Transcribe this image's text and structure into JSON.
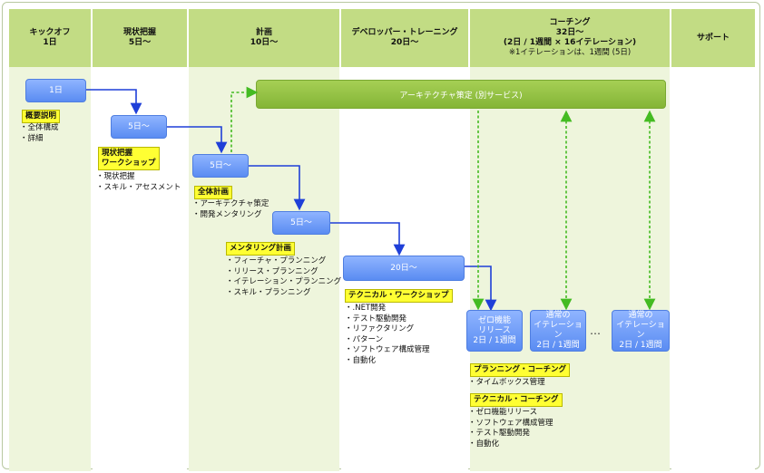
{
  "headers": [
    {
      "line1": "キックオフ",
      "line2": "1日"
    },
    {
      "line1": "現状把握",
      "line2": "5日～"
    },
    {
      "line1": "計画",
      "line2": "10日～"
    },
    {
      "line1": "デベロッパー・トレーニング",
      "line2": "20日～"
    },
    {
      "line1": "コーチング",
      "line2": "32日～",
      "line3": "(2日 / 1週間 × 16イテレーション)",
      "line4": "※1イテレーションは、1週間 (5日)"
    },
    {
      "line1": "サポート"
    }
  ],
  "architecture_bar": "アーキテクチャ策定 (別サービス)",
  "boxes": {
    "kickoff": "1日",
    "assess": "5日～",
    "plan": "5日～",
    "mentoring": "5日～",
    "training": "20日～",
    "zero_release": {
      "l1": "ゼロ機能",
      "l2": "リリース",
      "l3": "2日 / 1週間"
    },
    "iteration1": {
      "l1": "通常の",
      "l2": "イテレーション",
      "l3": "2日 / 1週間"
    },
    "iteration2": {
      "l1": "通常の",
      "l2": "イテレーション",
      "l3": "2日 / 1週間"
    },
    "ellipsis": "…"
  },
  "sections": {
    "overview": {
      "tag": "概要説明",
      "items": [
        "全体構成",
        "詳細"
      ]
    },
    "workshop": {
      "tag1": "現状把握",
      "tag2": "ワークショップ",
      "items": [
        "現状把握",
        "スキル・アセスメント"
      ]
    },
    "overall_plan": {
      "tag": "全体計画",
      "items": [
        "アーキテクチャ策定",
        "開発メンタリング"
      ]
    },
    "mentoring_plan": {
      "tag": "メンタリング計画",
      "items": [
        "フィーチャ・プランニング",
        "リリース・プランニング",
        "イテレーション・プランニング",
        "スキル・プランニング"
      ]
    },
    "tech_workshop": {
      "tag": "テクニカル・ワークショップ",
      "items": [
        ".NET開発",
        "テスト駆動開発",
        "リファクタリング",
        "パターン",
        "ソフトウェア構成管理",
        "自動化"
      ]
    },
    "planning_coaching": {
      "tag": "プランニング・コーチング",
      "items": [
        "タイムボックス管理"
      ]
    },
    "tech_coaching": {
      "tag": "テクニカル・コーチング",
      "items": [
        "ゼロ機能リリース",
        "ソフトウェア構成管理",
        "テスト駆動開発",
        "自動化"
      ]
    }
  },
  "colors": {
    "header": "#c2dc84",
    "column_alt": "#eef5dc",
    "blue_box": "#6f9cf7",
    "green_bar": "#8fc040",
    "tag": "#ffff33",
    "arrow_blue": "#1f3fd8",
    "arrow_green": "#44bb22"
  }
}
